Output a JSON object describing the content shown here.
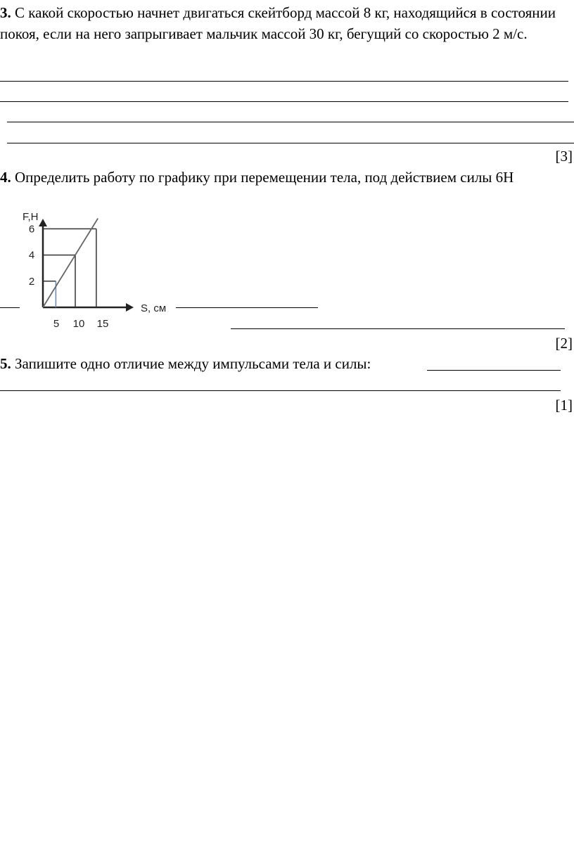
{
  "q3": {
    "number": "3.",
    "text": " С какой скоростью начнет двигаться скейтборд массой 8 кг, находящийся в состоянии покоя, если на него запрыгивает мальчик  массой 30 кг, бегущий со скоростью 2 м/с.",
    "score": "[3]"
  },
  "q4": {
    "number": "4.",
    "text": " Определить работу по графику при перемещении тела, под действием силы 6Н",
    "score": "[2]"
  },
  "q5": {
    "number": "5.",
    "text": " Запишите одно отличие между импульсами тела и силы: ",
    "score": "[1]"
  },
  "chart_data": {
    "type": "line",
    "ylabel": "F,H",
    "xlabel": "S, см",
    "x_ticks": [
      "5",
      "10",
      "15"
    ],
    "y_ticks": [
      "2",
      "4",
      "6"
    ],
    "series": [
      {
        "x": [
          0,
          17
        ],
        "y": [
          0,
          6.8
        ]
      }
    ],
    "guides": [
      {
        "x": 4,
        "y": 2
      },
      {
        "x": 10,
        "y": 4
      },
      {
        "x": 16.5,
        "y": 6
      }
    ]
  }
}
